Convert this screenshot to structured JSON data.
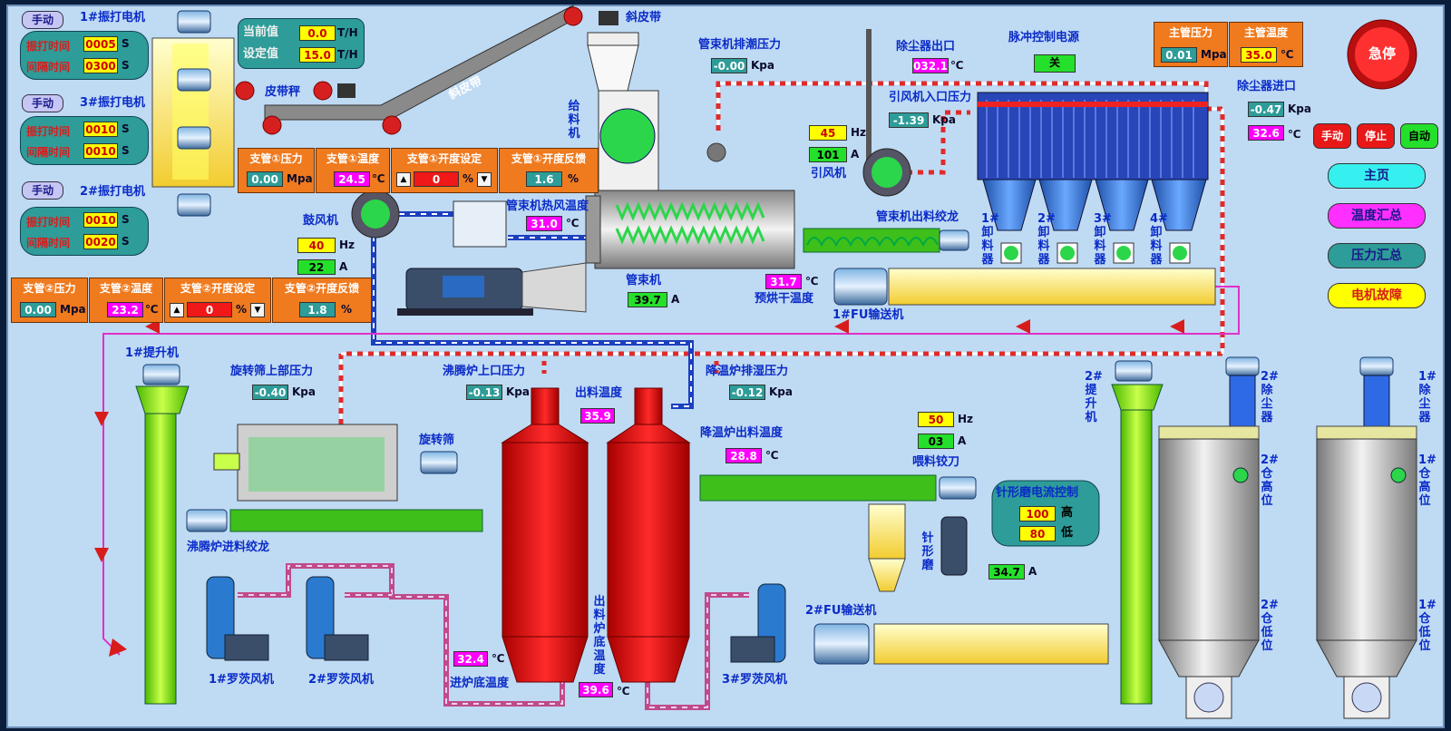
{
  "top_left": {
    "hammer1": {
      "mode": "手动",
      "title": "1#振打电机",
      "vib_label": "振打时间",
      "vib": "0005",
      "int_label": "间隔时间",
      "int": "0300",
      "unit": "S"
    },
    "hammer3": {
      "mode": "手动",
      "title": "3#振打电机",
      "vib_label": "振打时间",
      "vib": "0010",
      "int_label": "间隔时间",
      "int": "0010",
      "unit": "S"
    },
    "hammer2": {
      "mode": "手动",
      "title": "2#振打电机",
      "vib_label": "振打时间",
      "vib": "0010",
      "int_label": "间隔时间",
      "int": "0020",
      "unit": "S"
    }
  },
  "scale": {
    "cur_label": "当前值",
    "cur": "0.0",
    "set_label": "设定值",
    "set": "15.0",
    "unit": "T/H",
    "belt_label": "皮带秤"
  },
  "branch1": {
    "p_label": "支管①压力",
    "p": "0.00",
    "p_unit": "Mpa",
    "t_label": "支管①温度",
    "t": "24.5",
    "t_unit": "℃",
    "set_label": "支管①开度设定",
    "set": "0",
    "set_unit": "%",
    "fb_label": "支管①开度反馈",
    "fb": "1.6",
    "fb_unit": "%"
  },
  "branch2": {
    "p_label": "支管②压力",
    "p": "0.00",
    "p_unit": "Mpa",
    "t_label": "支管②温度",
    "t": "23.2",
    "t_unit": "℃",
    "set_label": "支管②开度设定",
    "set": "0",
    "set_unit": "%",
    "fb_label": "支管②开度反馈",
    "fb": "1.8",
    "fb_unit": "%"
  },
  "labels": {
    "incline_belt": "斜皮带",
    "incline_belt_on": "斜皮带",
    "feeder": "给料机",
    "tube_exhaust_p": "管束机排潮压力",
    "dust_out": "除尘器出口",
    "pulse": "脉冲控制电源",
    "pulse_state": "关",
    "fan_in_p": "引风机入口压力",
    "fan": "引风机",
    "blower": "鼓风机",
    "hot_air": "管束机热风温度",
    "tube": "管束机",
    "preheat": "预烘干温度",
    "screw_out": "管束机出料绞龙",
    "fu1": "1#FU输送机",
    "dust_in": "除尘器进口",
    "unl1": "1#卸料器",
    "unl2": "2#卸料器",
    "unl3": "3#卸料器",
    "unl4": "4#卸料器",
    "lift1": "1#提升机",
    "lift2": "2#提升机",
    "spin_p": "旋转筛上部压力",
    "spin": "旋转筛",
    "boil_screw": "沸腾炉进料绞龙",
    "boil_up_p": "沸腾炉上口压力",
    "out_t": "出料温度",
    "cool_p": "降温炉排湿压力",
    "cool_t": "降温炉出料温度",
    "feed_knife": "喂料铰刀",
    "pin_mill": "针形磨",
    "pin_ctl": "针形磨电流控制",
    "high": "高",
    "low": "低",
    "fu2": "2#FU输送机",
    "bottom_in": "进炉底温度",
    "bottom_out": "出料炉底温度",
    "roots1": "1#罗茨风机",
    "roots2": "2#罗茨风机",
    "roots3": "3#罗茨风机",
    "dust2": "2#除尘器",
    "dust1": "1#除尘器",
    "bin2_hi": "2#仓高位",
    "bin2_lo": "2#仓低位",
    "bin1_hi": "1#仓高位",
    "bin1_lo": "1#仓低位",
    "main_p": "主管压力",
    "main_t": "主管温度"
  },
  "values": {
    "tube_exhaust_p": "-0.00",
    "dust_out": "032.1",
    "fan_hz": "45",
    "fan_a": "101",
    "fan_in_p": "-1.39",
    "main_p": "0.01",
    "main_t": "35.0",
    "dust_in_p": "-0.47",
    "dust_in_t": "32.6",
    "hot_air": "31.0",
    "blower_hz": "40",
    "blower_a": "22",
    "tube_a": "39.7",
    "preheat": "31.7",
    "spin_p": "-0.40",
    "boil_up_p": "-0.13",
    "out_t": "35.9",
    "cool_p": "-0.12",
    "cool_t": "28.8",
    "knife_hz": "50",
    "knife_a": "03",
    "pin_hi": "100",
    "pin_lo": "80",
    "pin_a": "34.7",
    "bottom_in": "32.4",
    "bottom_out": "39.6"
  },
  "units": {
    "kpa": "Kpa",
    "mpa": "Mpa",
    "deg": "℃",
    "hz": "Hz",
    "a": "A"
  },
  "controls": {
    "estop": "急停",
    "manual": "手动",
    "stop": "停止",
    "auto": "自动"
  },
  "nav": {
    "home": "主页",
    "temp": "温度汇总",
    "press": "压力汇总",
    "fault": "电机故障"
  }
}
